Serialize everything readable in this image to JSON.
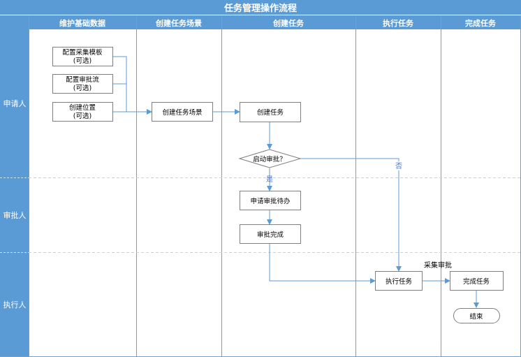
{
  "title": "任务管理操作流程",
  "columns": [
    {
      "id": "maintain",
      "label": "维护基础数据"
    },
    {
      "id": "scene",
      "label": "创建任务场景"
    },
    {
      "id": "create",
      "label": "创建任务"
    },
    {
      "id": "execute",
      "label": "执行任务"
    },
    {
      "id": "complete",
      "label": "完成任务"
    }
  ],
  "lanes": [
    {
      "id": "applicant",
      "label": "申请人"
    },
    {
      "id": "approver",
      "label": "审批人"
    },
    {
      "id": "executor",
      "label": "执行人"
    }
  ],
  "nodes": {
    "config_template": {
      "line1": "配置采集模板",
      "line2": "(可选)"
    },
    "config_flow": {
      "line1": "配置审批流",
      "line2": "(可选)"
    },
    "create_location": {
      "line1": "创建位置",
      "line2": "(可选)"
    },
    "create_scene": {
      "label": "创建任务场景"
    },
    "create_task": {
      "label": "创建任务"
    },
    "start_approval": {
      "label": "启动审批？"
    },
    "apply_pending": {
      "label": "申请审批待办"
    },
    "approval_done": {
      "label": "审批完成"
    },
    "execute_task": {
      "label": "执行任务"
    },
    "complete_task": {
      "label": "完成任务"
    },
    "end": {
      "label": "结束"
    }
  },
  "edge_labels": {
    "yes": "是",
    "no": "否",
    "collect_approval": "采集审批"
  },
  "colors": {
    "header_bg": "#5b9bd5",
    "header_text": "#ffffff",
    "grid_line": "#6fa0d2",
    "lane_divider": "#cfcfcf",
    "node_border": "#7f7f7f",
    "arrow": "#5b9bd5",
    "edge_label": "#4472c4"
  }
}
